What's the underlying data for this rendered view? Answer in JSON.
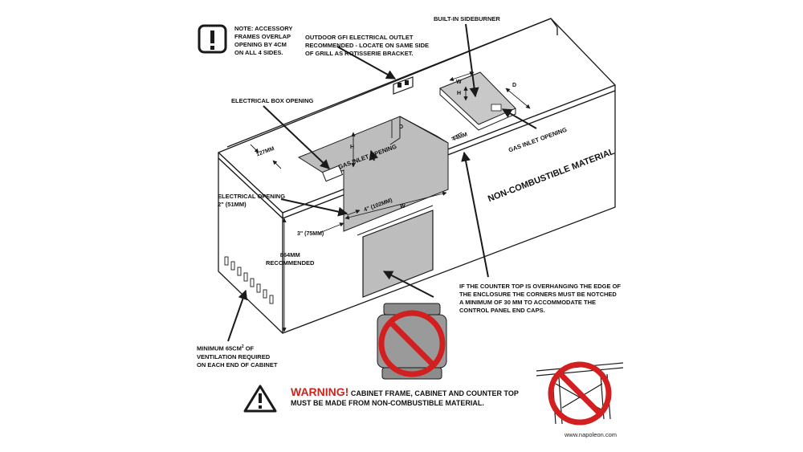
{
  "notes": {
    "accessory_line1": "NOTE: ACCESSORY",
    "accessory_line2": "FRAMES OVERLAP",
    "accessory_line3": "OPENING BY 4cm",
    "accessory_line4": "ON ALL 4 SIDES.",
    "outlet_line1": "OUTDOOR GFI ELECTRICAL OUTLET",
    "outlet_line2": "RECOMMENDED - LOCATE ON SAME SIDE",
    "outlet_line3": "OF GRILL AS ROTISSERIE BRACKET.",
    "sideburner": "BUILT-IN SIDEBURNER",
    "electrical_box_opening": "ELECTRICAL BOX OPENING",
    "gas_inlet_opening_main": "GAS INLET OPENING",
    "gas_inlet_opening_side": "GAS INLET OPENING",
    "non_combustible": "NON-COMBUSTIBLE MATERIAL",
    "electrical_opening_line1": "ELECTRICAL OPENING",
    "electrical_opening_line2": "2\" (51mm)",
    "dim_127": "127mm",
    "dim_44": "44mm",
    "dim_4in": "4\" (102mm)",
    "dim_3in": "3\" (75mm)",
    "dim_h": "H",
    "dim_w": "W",
    "dim_d": "D",
    "height_line1": "864mm",
    "height_line2": "RECOMMENDED",
    "overhang_line1": "IF THE COUNTER TOP IS OVERHANGING THE EDGE OF",
    "overhang_line2": "THE ENCLOSURE THE CORNERS MUST BE NOTCHED",
    "overhang_line3": "A MINIMUM OF 30 mm TO ACCOMMODATE THE",
    "overhang_line4": "CONTROL PANEL END CAPS.",
    "vent_line1": "MINIMUM 65cm",
    "vent_sup": "2",
    "vent_line1b": " OF",
    "vent_line2": "VENTILATION REQUIRED",
    "vent_line3": "ON EACH END OF CABINET"
  },
  "warning": {
    "head": "WARNING!",
    "line1_rest": " CABINET FRAME, CABINET AND COUNTER TOP",
    "line2": "MUST BE MADE FROM NON-COMBUSTIBLE MATERIAL."
  },
  "footer": {
    "url": "www.napoleon.com"
  },
  "colors": {
    "line": "#1a1a1a",
    "opening_fill": "#bdbdbd",
    "warning_red": "#c8261e",
    "prohibit_red": "#d21f1f",
    "tank_fill": "#8c8c8c"
  },
  "icons": {
    "note": "exclamation-box-icon",
    "warning": "warning-triangle-icon",
    "no_tank": "no-propane-tank-icon",
    "no_wood": "no-wood-frame-icon"
  }
}
